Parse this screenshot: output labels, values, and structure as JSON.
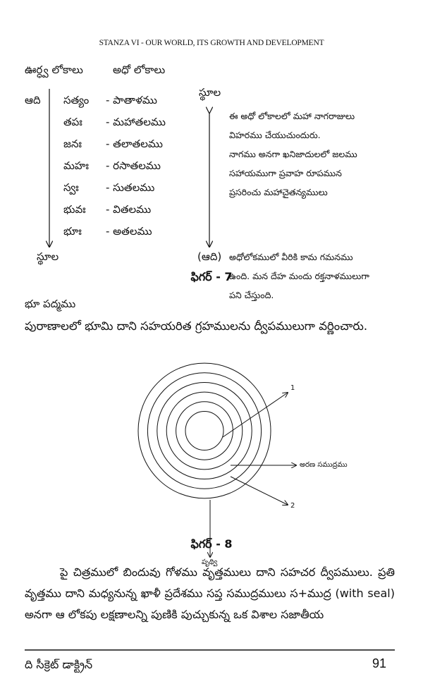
{
  "header": "STANZA VI - OUR WORLD, ITS GROWTH AND DEVELOPMENT",
  "figure7": {
    "col_heads": [
      "ఊర్ధ్వ లోకాలు",
      "అధో లోకాలు"
    ],
    "left_top": "ఆది",
    "left_bottom": "స్థూల",
    "rows": [
      {
        "upper": "సత్యం",
        "lower": "- పాతాళము"
      },
      {
        "upper": "తపః",
        "lower": "- మహాతలము"
      },
      {
        "upper": "జనః",
        "lower": "- తలాతలము"
      },
      {
        "upper": "మహః",
        "lower": "- రసాతలము"
      },
      {
        "upper": "స్వః",
        "lower": "- సుతలము"
      },
      {
        "upper": "భువః",
        "lower": "- వితలము"
      },
      {
        "upper": "భూః",
        "lower": "- అతలము"
      }
    ],
    "right_top": "స్థూల",
    "right_bottom": "(ఆది)",
    "note_top": [
      "ఈ అధో లోకాలలో మహా నాగరాజులు",
      "విహరము చేయుచుందురు.",
      "నాగము అనగా ఖనిజాదులలో జలము",
      "సహాయముగా ప్రవాహ రూపమున",
      "ప్రసరించు మహాచైతన్యములు"
    ],
    "note_bottom": [
      "అధోలోకములో వీరికి కామ గమనము",
      "ఉంది. మన దేహ మందు రక్తనాళములుగా",
      "పని చేస్తుంది."
    ],
    "caption": "ఫిగర్ - 7"
  },
  "section": {
    "heading": "భూ పద్మము",
    "text": "పురాణాలలో భూమి దాని సహయరిత గ్రహములను ద్వీపములుగా వర్ణించారు."
  },
  "figure8": {
    "ring_count": 6,
    "labels": {
      "one": "1",
      "ocean": "అరణ సముద్రము",
      "two": "2",
      "earth": "పృథ్వి"
    },
    "caption": "ఫిగర్ - 8"
  },
  "body_text": "పై చిత్రములో బిందువు గోళము వృత్తములు దాని సహచర ద్వీపములు. ప్రతి వృత్తము దాని మధ్యనున్న ఖాళీ ప్రదేశము సప్త సముద్రములు స+ముద్ర (with seal) అనగా ఆ లోకపు లక్షణాలన్ని పుణికి పుచ్చుకున్న ఒక విశాల సజాతీయ",
  "footer": {
    "book_title": "ది సీక్రెట్ డాక్ట్రిన్",
    "page_number": "91"
  }
}
